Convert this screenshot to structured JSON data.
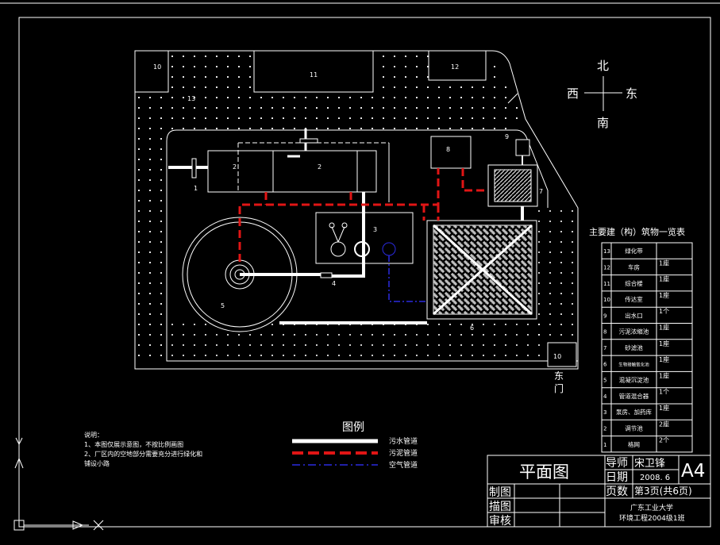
{
  "compass": {
    "north": "北",
    "south": "南",
    "east": "东",
    "west": "西"
  },
  "site_labels": {
    "n1": "1",
    "n2a": "2",
    "n2b": "2",
    "n3": "3",
    "n4": "4",
    "n5": "5",
    "n6": "6",
    "n7": "7",
    "n8": "8",
    "n9": "9",
    "n10a": "10",
    "n10b": "10",
    "n11": "11",
    "n12": "12",
    "n13": "13",
    "east_gate": "东门"
  },
  "notes": {
    "title": "说明：",
    "line1": "1、本图仅展示意图，不按比例画图",
    "line2": "2、厂区内的空地部分需要充分进行绿化和",
    "line3": "铺设小路"
  },
  "legend": {
    "title": "图例",
    "items": [
      {
        "label": "污水管道",
        "color": "#ffffff",
        "style": "solid"
      },
      {
        "label": "污泥管道",
        "color": "#e01515",
        "style": "dashed"
      },
      {
        "label": "空气管道",
        "color": "#2a2adf",
        "style": "dashdot"
      }
    ]
  },
  "building_table": {
    "title": "主要建（构）筑物一览表",
    "rows": [
      {
        "no": "13",
        "name": "绿化带",
        "qty": ""
      },
      {
        "no": "12",
        "name": "车房",
        "qty": "1座"
      },
      {
        "no": "11",
        "name": "综合楼",
        "qty": "1座"
      },
      {
        "no": "10",
        "name": "传达室",
        "qty": "1座"
      },
      {
        "no": "9",
        "name": "出水口",
        "qty": "1个"
      },
      {
        "no": "8",
        "name": "污泥浓缩池",
        "qty": "1座"
      },
      {
        "no": "7",
        "name": "砂滤池",
        "qty": "1座"
      },
      {
        "no": "6",
        "name": "生物接触氧化池",
        "qty": "1座"
      },
      {
        "no": "5",
        "name": "混凝沉淀池",
        "qty": "1座"
      },
      {
        "no": "4",
        "name": "管道混合器",
        "qty": "1个"
      },
      {
        "no": "3",
        "name": "泵房、加药库",
        "qty": "1座"
      },
      {
        "no": "2",
        "name": "调节池",
        "qty": "2座"
      },
      {
        "no": "1",
        "name": "格网",
        "qty": "2个"
      }
    ]
  },
  "title_block": {
    "drawing_name": "平面图",
    "advisor_label": "导师",
    "advisor": "宋卫锋",
    "date_label": "日期",
    "date": "2008. 6",
    "size": "A4",
    "pages_label": "页数",
    "pages": "第3页(共6页)",
    "draw_label": "制图",
    "trace_label": "描图",
    "review_label": "审核",
    "school": "广东工业大学",
    "class": "环境工程2004级1班"
  },
  "colors": {
    "line": "#ffffff",
    "sludge": "#e01515",
    "air": "#2a2adf",
    "background": "#000000"
  }
}
